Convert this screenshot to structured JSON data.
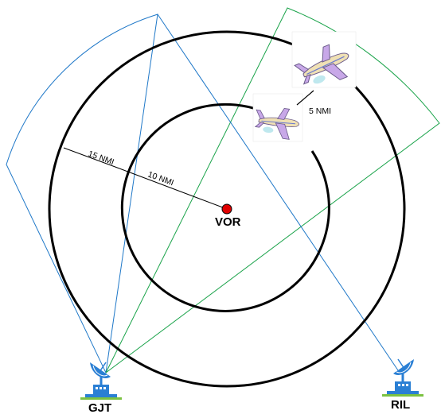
{
  "diagram": {
    "vor": {
      "label": "VOR",
      "color": "#e00000"
    },
    "rings": [
      {
        "label": "10 NMI"
      },
      {
        "label": "15 NMI"
      }
    ],
    "separation": {
      "label": "5 NMI"
    },
    "stations": [
      {
        "id": "gjt",
        "label": "GJT",
        "coverage_color": "#1f78c8"
      },
      {
        "id": "ril",
        "label": "RIL",
        "coverage_color": "#1aa34a"
      }
    ],
    "aircraft": [
      {
        "id": "aircraft-near",
        "icon": "airplane-icon"
      },
      {
        "id": "aircraft-far",
        "icon": "airplane-icon"
      }
    ],
    "colors": {
      "rings": "#000000",
      "radar_blue": "#2a7fd4",
      "ground_green": "#7cc242",
      "plane_body": "#efe0b4",
      "plane_wing": "#c8a8e8"
    }
  }
}
